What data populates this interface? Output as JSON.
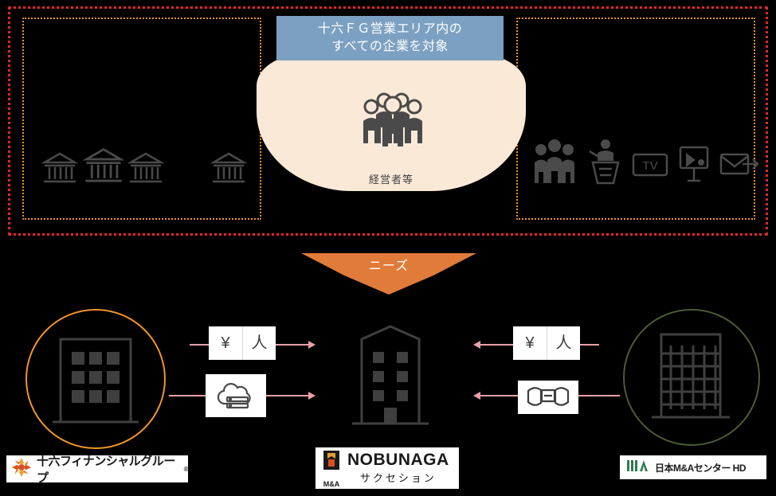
{
  "banner": {
    "line1": "十六ＦＧ営業エリア内の",
    "line2": "すべての企業を対象",
    "color": "#7ba0c2"
  },
  "blob": {
    "label": "経営者等",
    "color": "#fbe9d8"
  },
  "outer_box": {
    "border_color": "#e8262a"
  },
  "side_boxes": {
    "border_color": "#f0932b"
  },
  "needs": {
    "label": "ニーズ",
    "color": "#e07b39"
  },
  "left_group": {
    "icons": [
      "bank-icon",
      "bank-icon",
      "bank-icon",
      "bank-icon"
    ]
  },
  "center_group": {
    "icons": [
      "people-group-icon"
    ]
  },
  "right_group": {
    "icons": [
      "people-trio-icon",
      "presenter-icon",
      "tv-icon",
      "billboard-icon",
      "mail-icon"
    ]
  },
  "bottom": {
    "left_circle_color": "#f0932b",
    "right_circle_color": "#4d5a35",
    "left_building": "office-building-icon",
    "center_building": "office-building-icon",
    "right_building": "office-building-icon",
    "arrow_color": "#e8a0a6",
    "exchanges": [
      {
        "id": "left-top",
        "direction": "to-right",
        "items": [
          "¥",
          "人"
        ]
      },
      {
        "id": "left-bottom",
        "direction": "to-right",
        "items": [
          "cloud-server-icon"
        ]
      },
      {
        "id": "right-top",
        "direction": "to-left",
        "items": [
          "¥",
          "人"
        ]
      },
      {
        "id": "right-bottom",
        "direction": "to-left",
        "items": [
          "handshake-card-icon"
        ]
      }
    ]
  },
  "logos": {
    "left": {
      "name": "十六フィナンシャルグループ",
      "mark": "juroku-flower-mark",
      "superscript": "®"
    },
    "center": {
      "main": "NOBUNAGA",
      "sub": "サクセション",
      "mark": "M&A",
      "badge": "nobunaga-flag-mark"
    },
    "right": {
      "mark": "IIIA",
      "name": "日本M&Aセンター HD"
    }
  }
}
